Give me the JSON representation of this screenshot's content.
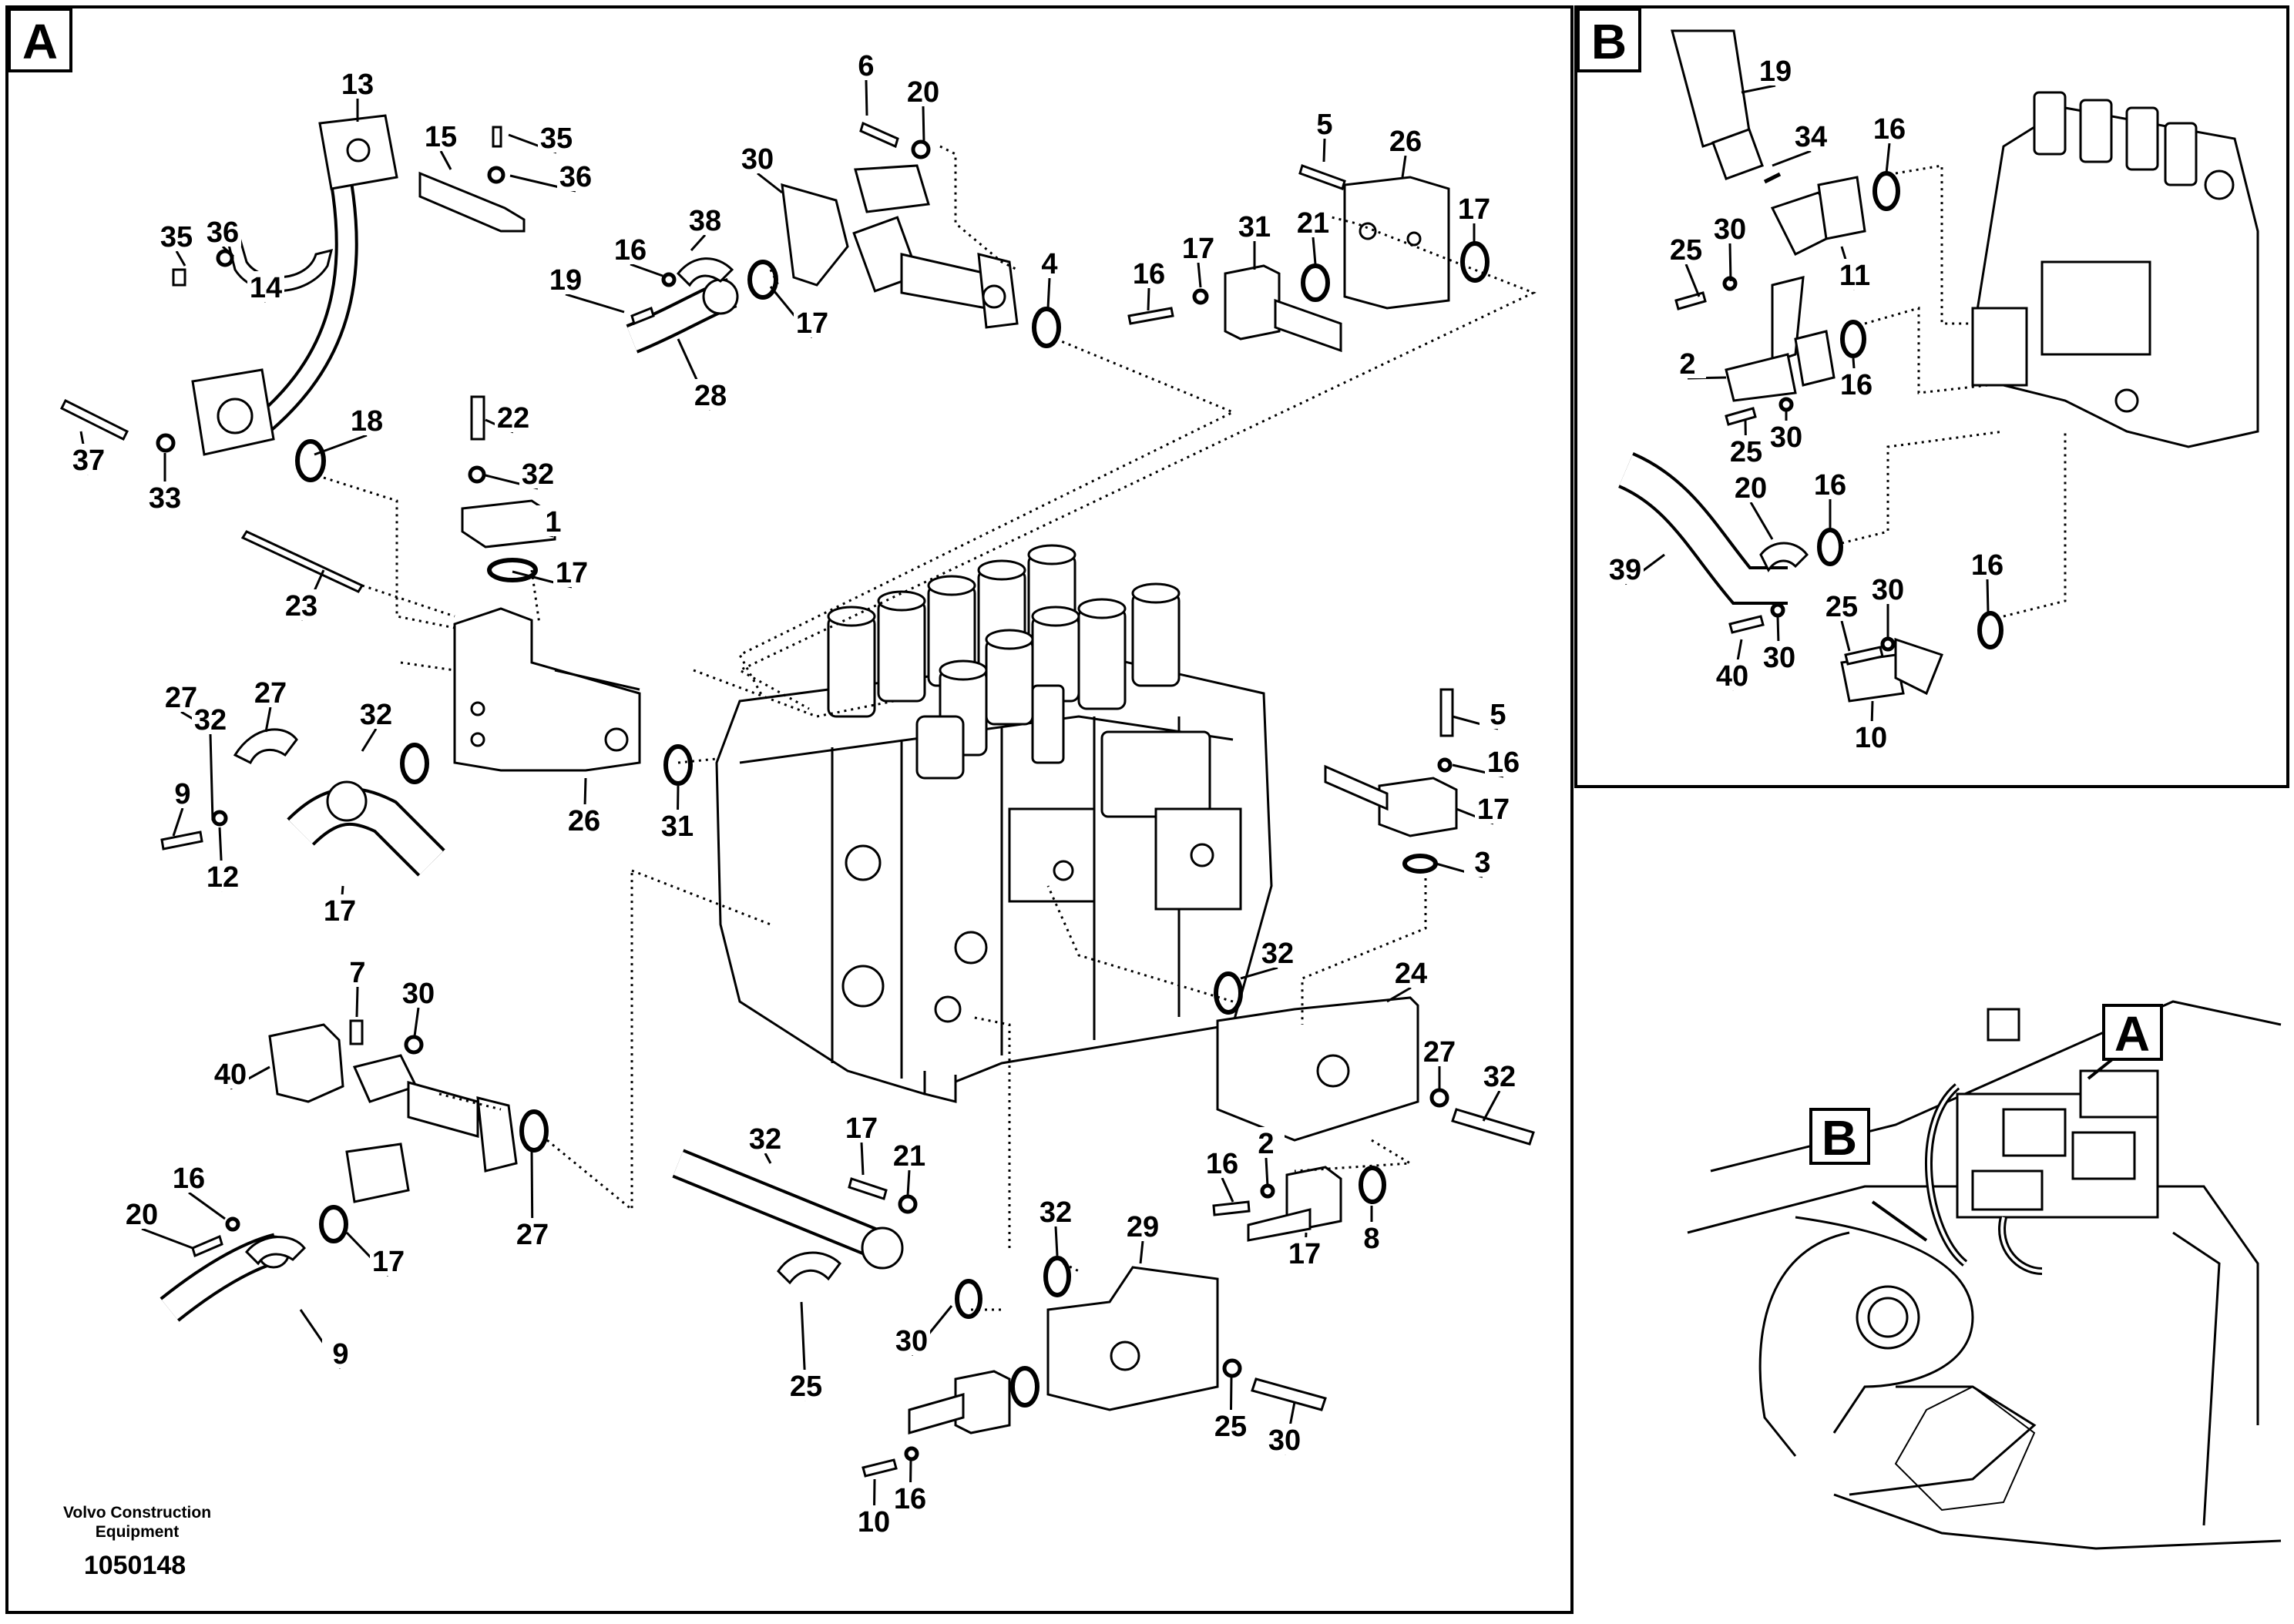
{
  "panels": {
    "a": {
      "letter": "A"
    },
    "b": {
      "letter": "B"
    }
  },
  "overview": {
    "callout_a": "A",
    "callout_b": "B"
  },
  "footer": {
    "brand_line1": "Volvo Construction",
    "brand_line2": "Equipment",
    "document_number": "1050148"
  },
  "part_labels": {
    "a": [
      "13",
      "15",
      "35",
      "36",
      "36",
      "35",
      "14",
      "37",
      "33",
      "18",
      "22",
      "32",
      "1",
      "17",
      "23",
      "27",
      "32",
      "6",
      "20",
      "30",
      "38",
      "16",
      "19",
      "17",
      "28",
      "4",
      "5",
      "26",
      "31",
      "16",
      "17",
      "21",
      "17",
      "27",
      "32",
      "9",
      "12",
      "17",
      "26",
      "31",
      "5",
      "16",
      "17",
      "3",
      "32",
      "24",
      "27",
      "32",
      "7",
      "30",
      "40",
      "16",
      "20",
      "17",
      "9",
      "27",
      "32",
      "17",
      "21",
      "30",
      "25",
      "2",
      "16",
      "17",
      "8",
      "32",
      "29",
      "25",
      "30",
      "10",
      "16"
    ],
    "b": [
      "19",
      "34",
      "16",
      "25",
      "30",
      "11",
      "2",
      "16",
      "25",
      "30",
      "20",
      "16",
      "39",
      "40",
      "30",
      "25",
      "30",
      "16",
      "10"
    ]
  },
  "colors": {
    "line": "#000000",
    "background": "#ffffff"
  }
}
